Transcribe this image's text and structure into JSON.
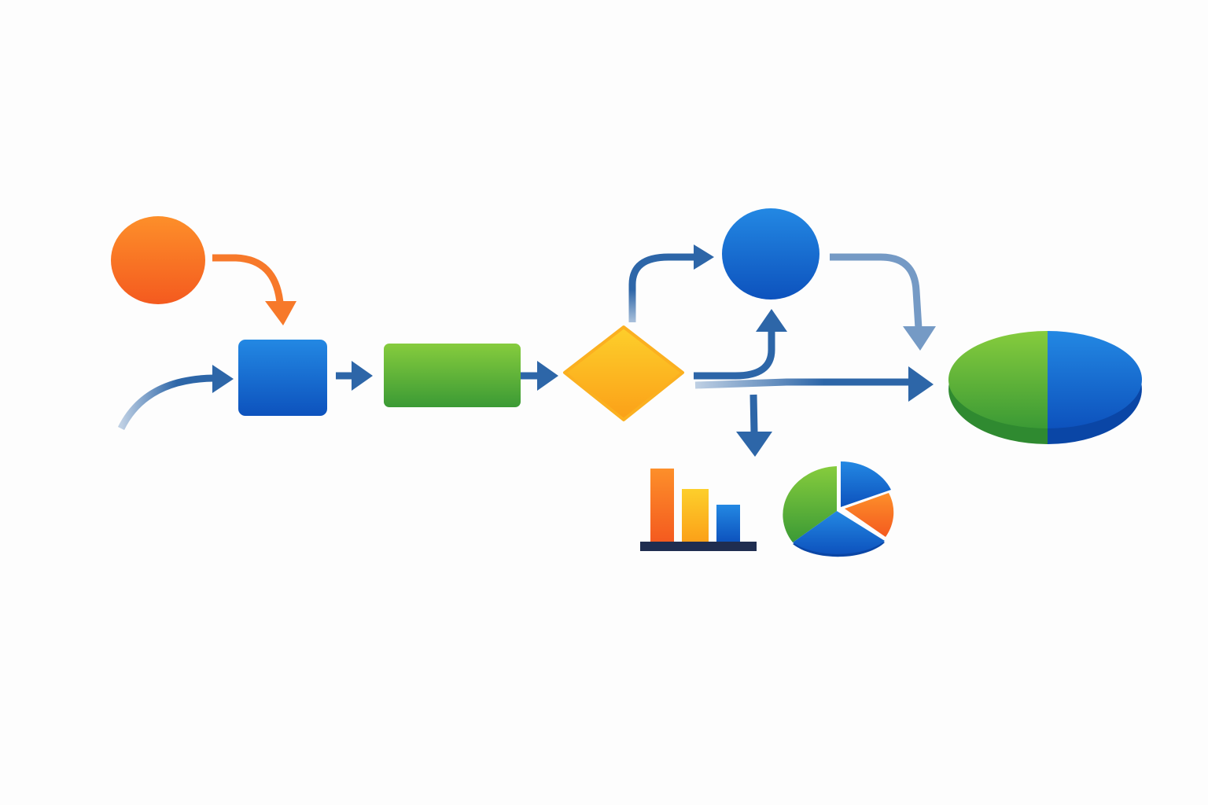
{
  "diagram": {
    "nodes": [
      {
        "id": "start",
        "shape": "circle",
        "color": "orange"
      },
      {
        "id": "process-1",
        "shape": "rounded-square",
        "color": "blue"
      },
      {
        "id": "process-2",
        "shape": "rounded-rectangle",
        "color": "green"
      },
      {
        "id": "decision",
        "shape": "diamond",
        "color": "yellow"
      },
      {
        "id": "branch-circle",
        "shape": "circle",
        "color": "blue"
      },
      {
        "id": "result-ellipse",
        "shape": "ellipse",
        "color": "green-blue split"
      },
      {
        "id": "bar-chart-icon",
        "shape": "bar-chart-icon"
      },
      {
        "id": "pie-chart-icon",
        "shape": "pie-chart-icon"
      }
    ],
    "edges": [
      {
        "from": "start",
        "to": "process-1"
      },
      {
        "from": "outside",
        "to": "process-1"
      },
      {
        "from": "process-1",
        "to": "process-2"
      },
      {
        "from": "process-2",
        "to": "decision"
      },
      {
        "from": "decision",
        "to": "branch-circle"
      },
      {
        "from": "decision",
        "to": "branch-circle"
      },
      {
        "from": "branch-circle",
        "to": "result-ellipse"
      },
      {
        "from": "decision",
        "to": "result-ellipse"
      },
      {
        "from": "decision",
        "to": "charts"
      }
    ]
  },
  "colors": {
    "background": "#fdfdfd",
    "orange_light": "#fd8f2a",
    "orange_dark": "#f45a1f",
    "blue_light": "#2388e3",
    "blue_dark": "#0d52bd",
    "green_light": "#86cc3d",
    "green_dark": "#3b9a35",
    "yellow_light": "#fdcf2b",
    "yellow_dark": "#fba018",
    "arrow_blue": "#2d66a8",
    "arrow_orange": "#f7792a",
    "navy": "#1f2d50"
  }
}
